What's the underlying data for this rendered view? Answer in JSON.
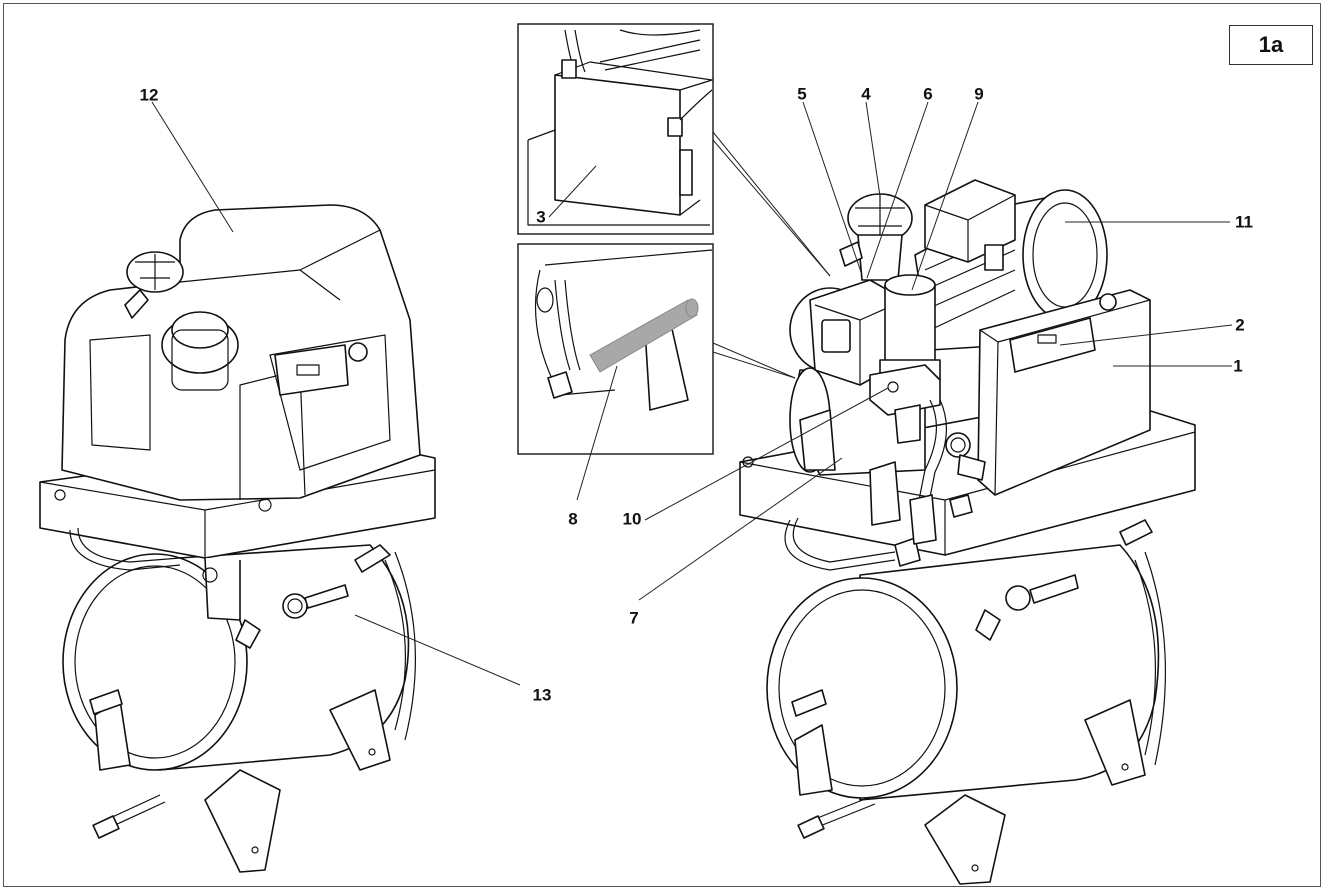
{
  "figure_tag": "1a",
  "callouts": [
    {
      "id": "12",
      "text": "12"
    },
    {
      "id": "13",
      "text": "13"
    },
    {
      "id": "3",
      "text": "3"
    },
    {
      "id": "8",
      "text": "8"
    },
    {
      "id": "5",
      "text": "5"
    },
    {
      "id": "4",
      "text": "4"
    },
    {
      "id": "6",
      "text": "6"
    },
    {
      "id": "9",
      "text": "9"
    },
    {
      "id": "11",
      "text": "11"
    },
    {
      "id": "2",
      "text": "2"
    },
    {
      "id": "1",
      "text": "1"
    },
    {
      "id": "10",
      "text": "10"
    },
    {
      "id": "7",
      "text": "7"
    }
  ],
  "colors": {
    "line": "#111111",
    "frame": "#555555",
    "hose_highlight": "#a8a8a8",
    "background": "#ffffff"
  }
}
